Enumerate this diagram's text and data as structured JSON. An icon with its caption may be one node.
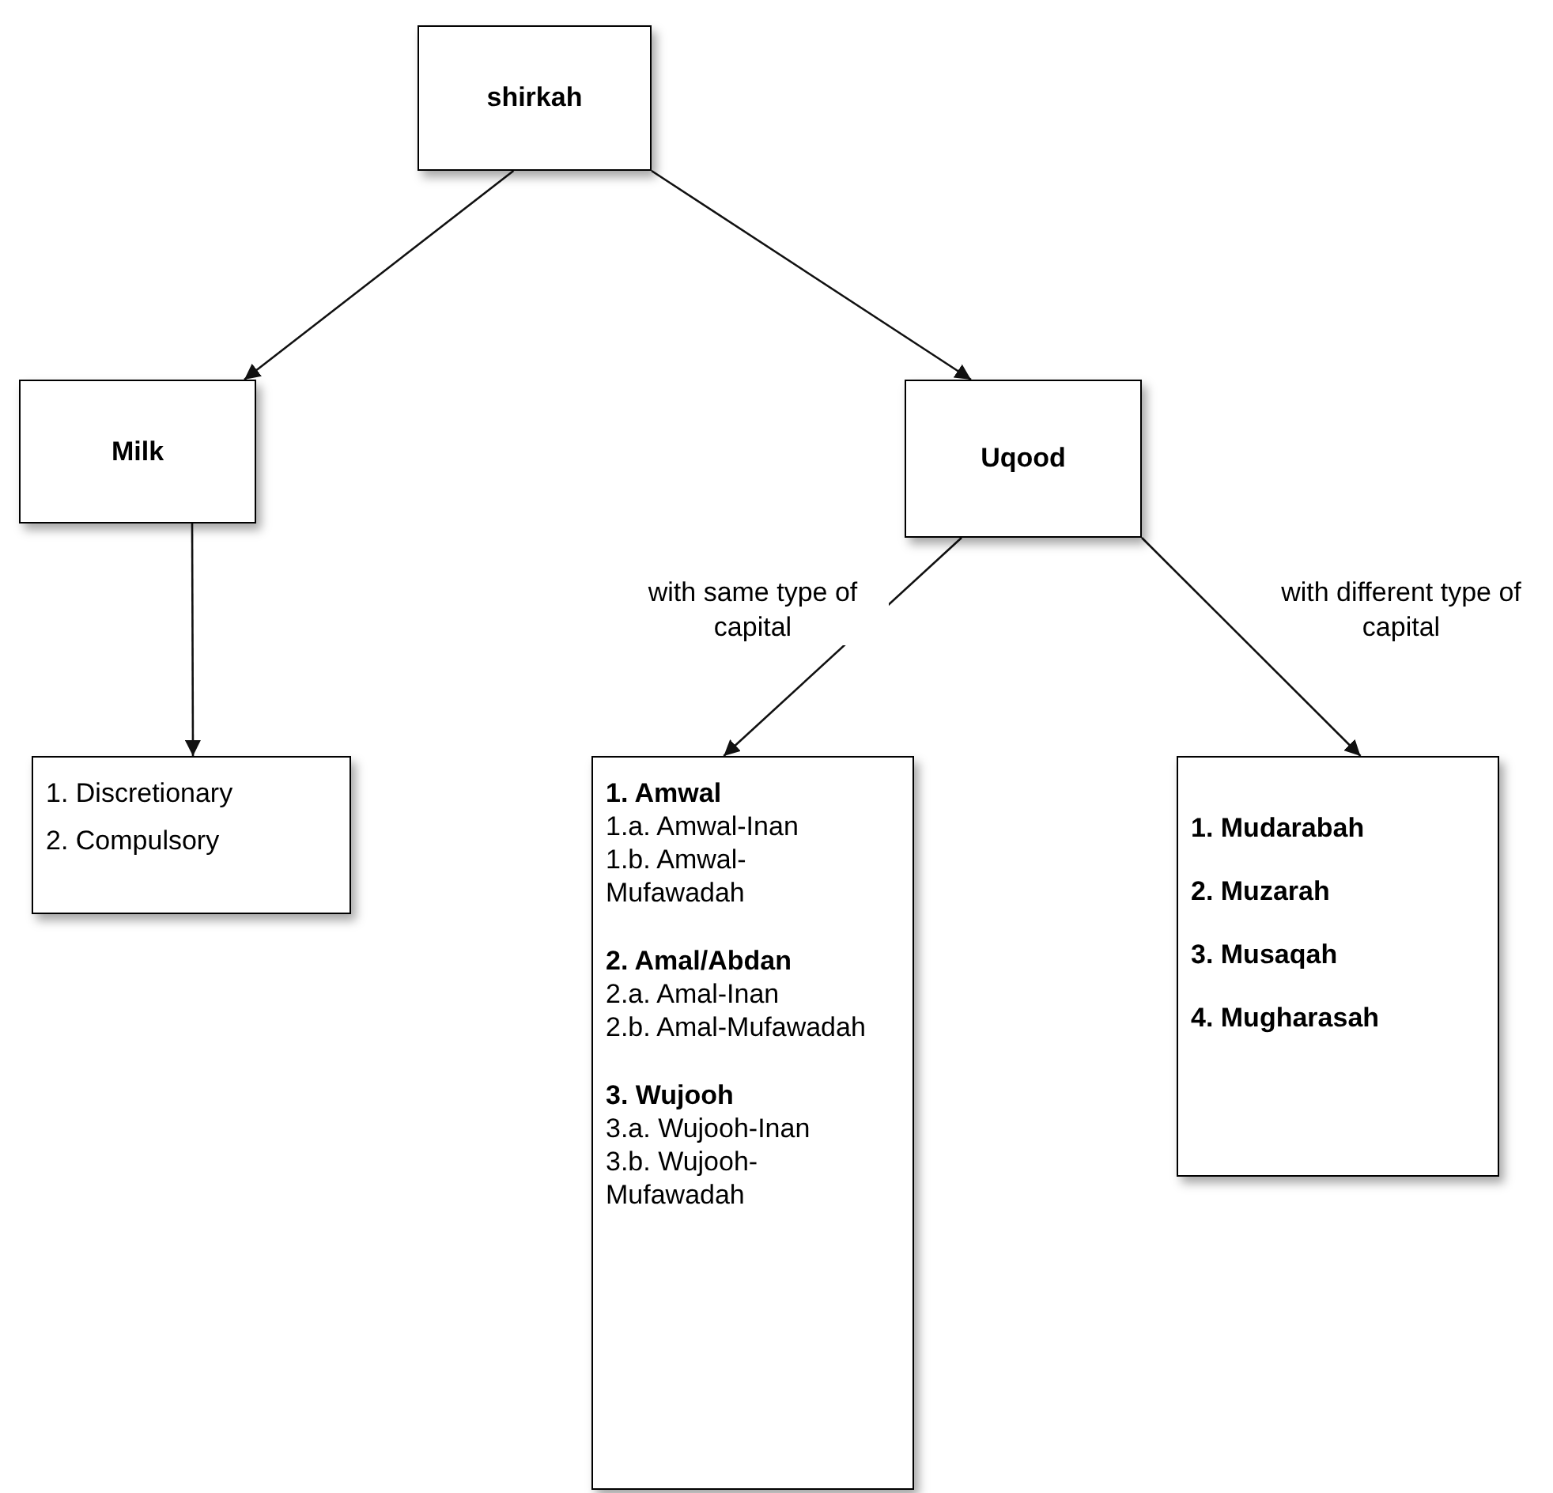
{
  "diagram": {
    "nodes": [
      {
        "text": [
          "shirkah"
        ]
      },
      {
        "text": [
          "Milk"
        ]
      },
      {
        "text": [
          "Uqood"
        ]
      },
      {
        "text": [
          "1. Discretionary",
          "2. Compulsory"
        ]
      },
      {
        "text": [
          "**1. Amwal**",
          "1.a. Amwal-Inan",
          "1.b. Amwal-Mufawadah",
          "**2. Amal/Abdan**",
          "2.a. Amal-Inan",
          "2.b. Amal-Mufawadah",
          "**3. Wujooh**",
          "3.a. Wujooh-Inan",
          "3.b. Wujooh-Mufawadah"
        ]
      },
      {
        "text": [
          "1. Mudarabah",
          "2. Muzarah",
          "3. Musaqah",
          "4. Mugharasah"
        ]
      }
    ],
    "edges": [
      {
        "from": 0,
        "to": 1,
        "arrow": "to"
      },
      {
        "from": 0,
        "to": 2,
        "arrow": "to"
      },
      {
        "from": 1,
        "to": 3,
        "arrow": "to"
      },
      {
        "from": 2,
        "to": 4,
        "arrow": "to",
        "label": "with same type of capital"
      },
      {
        "from": 2,
        "to": 5,
        "arrow": "to",
        "label": "with different type of capital"
      }
    ]
  }
}
